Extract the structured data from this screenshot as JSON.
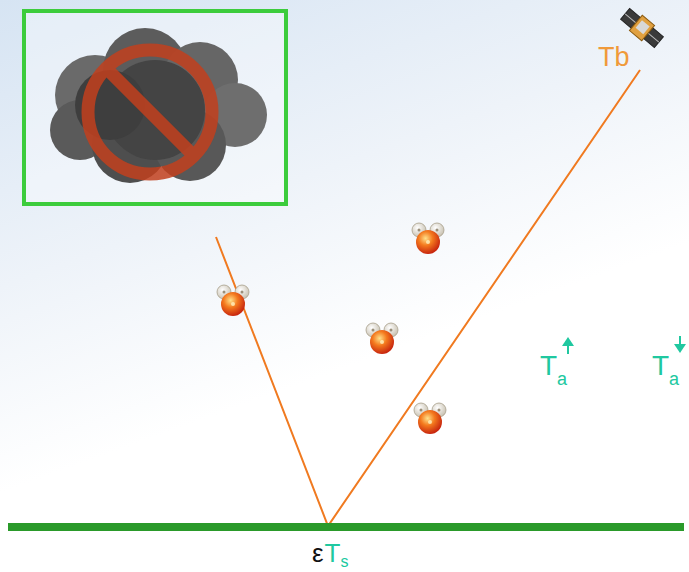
{
  "diagram": {
    "labels": [
      "Tb",
      "T",
      "a",
      "T",
      "a",
      "ε",
      "T",
      "s"
    ]
  }
}
